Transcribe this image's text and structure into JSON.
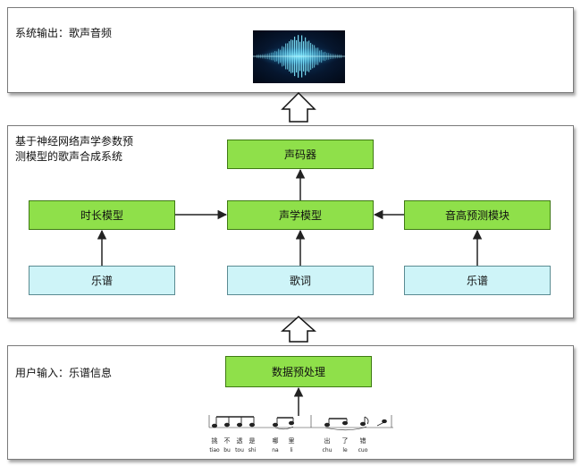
{
  "system_output": {
    "label": "系统输出：歌声音频"
  },
  "synthesis_system": {
    "label": "基于神经网络声学参数预\n  测模型的歌声合成系统",
    "vocoder": "声码器",
    "duration_model": "时长模型",
    "acoustic_model": "声学模型",
    "pitch_module": "音高预测模块",
    "score_left": "乐谱",
    "lyrics": "歌词",
    "score_right": "乐谱"
  },
  "user_input": {
    "label": "用户输入：乐谱信息",
    "preprocess": "数据预处理",
    "score_lyrics": [
      "挑",
      "不",
      "透",
      "是",
      "哪",
      "里",
      "出",
      "了",
      "错"
    ],
    "score_pinyin": [
      "tiao",
      "bu",
      "tou",
      "shi",
      "na",
      "li",
      "chu",
      "le",
      "cuo"
    ]
  },
  "colors": {
    "module_fill": "#8fe04a",
    "module_border": "#3f7a14",
    "input_fill": "#cef4f8",
    "input_border": "#5a8b92"
  }
}
